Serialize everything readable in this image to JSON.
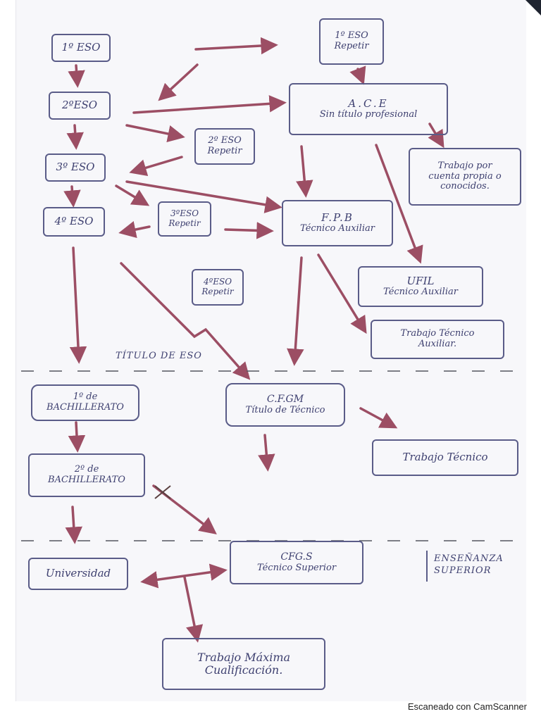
{
  "nodes": {
    "eso1": "1º ESO",
    "eso1_repeat_title": "1º ESO",
    "eso1_repeat_sub": "Repetir",
    "eso2": "2ºESO",
    "eso2_repeat_title": "2º ESO",
    "eso2_repeat_sub": "Repetir",
    "eso3": "3º ESO",
    "eso3_repeat_title": "3ºESO",
    "eso3_repeat_sub": "Repetir",
    "eso4": "4º ESO",
    "eso4_repeat_title": "4ºESO",
    "eso4_repeat_sub": "Repetir",
    "ace_title": "A.C.E",
    "ace_sub": "Sin título profesional",
    "trabajo_propia_1": "Trabajo por",
    "trabajo_propia_2": "cuenta propia o",
    "trabajo_propia_3": "conocidos.",
    "fpb_title": "F.P.B",
    "fpb_sub": "Técnico Auxiliar",
    "ufil_title": "UFIL",
    "ufil_sub": "Técnico Auxiliar",
    "trabajo_aux_1": "Trabajo Técnico",
    "trabajo_aux_2": "Auxiliar.",
    "bach1_1": "1º de",
    "bach1_2": "BACHILLERATO",
    "cfgm_title": "C.F.GM",
    "cfgm_sub": "Título de Técnico",
    "trabajo_tecnico": "Trabajo Técnico",
    "bach2_1": "2º de",
    "bach2_2": "BACHILLERATO",
    "universidad": "Universidad",
    "cfgs_title": "CFG.S",
    "cfgs_sub": "Técnico Superior",
    "trabajo_max_1": "Trabajo Máxima",
    "trabajo_max_2": "Cualificación."
  },
  "labels": {
    "titulo_eso": "TÍTULO DE ESO",
    "ensenanza_1": "ENSEÑANZA",
    "ensenanza_2": "SUPERIOR"
  },
  "footer": "Escaneado con CamScanner",
  "colors": {
    "ink": "#3e4070",
    "box_border": "#5a5c88",
    "arrow": "#9c4e64",
    "paper": "#f7f7fa"
  }
}
